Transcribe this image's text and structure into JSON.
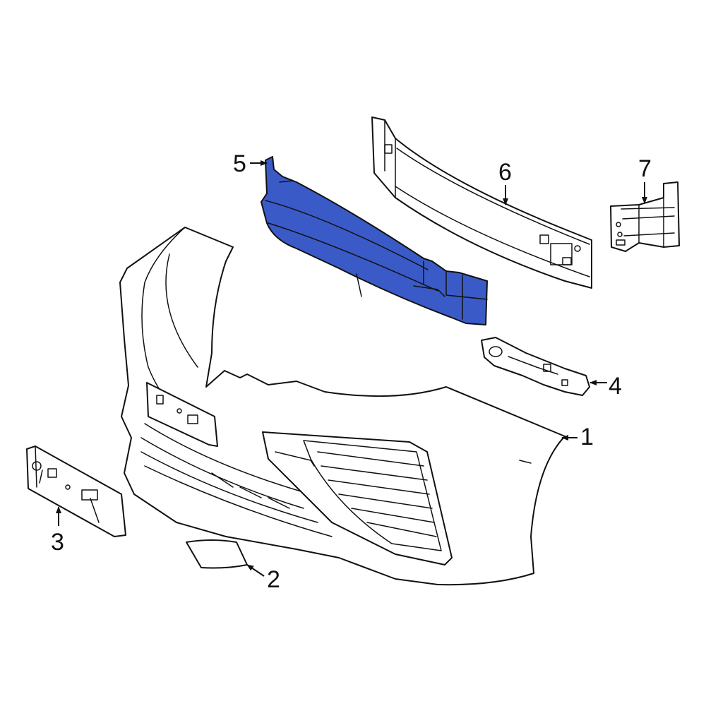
{
  "colors": {
    "line": "#111111",
    "background": "#ffffff",
    "highlight_fill": "#3a5bc7"
  },
  "highlighted_part": "5",
  "callouts": [
    {
      "id": "1",
      "label": "1"
    },
    {
      "id": "2",
      "label": "2"
    },
    {
      "id": "3",
      "label": "3"
    },
    {
      "id": "4",
      "label": "4"
    },
    {
      "id": "5",
      "label": "5"
    },
    {
      "id": "6",
      "label": "6"
    },
    {
      "id": "7",
      "label": "7"
    }
  ]
}
